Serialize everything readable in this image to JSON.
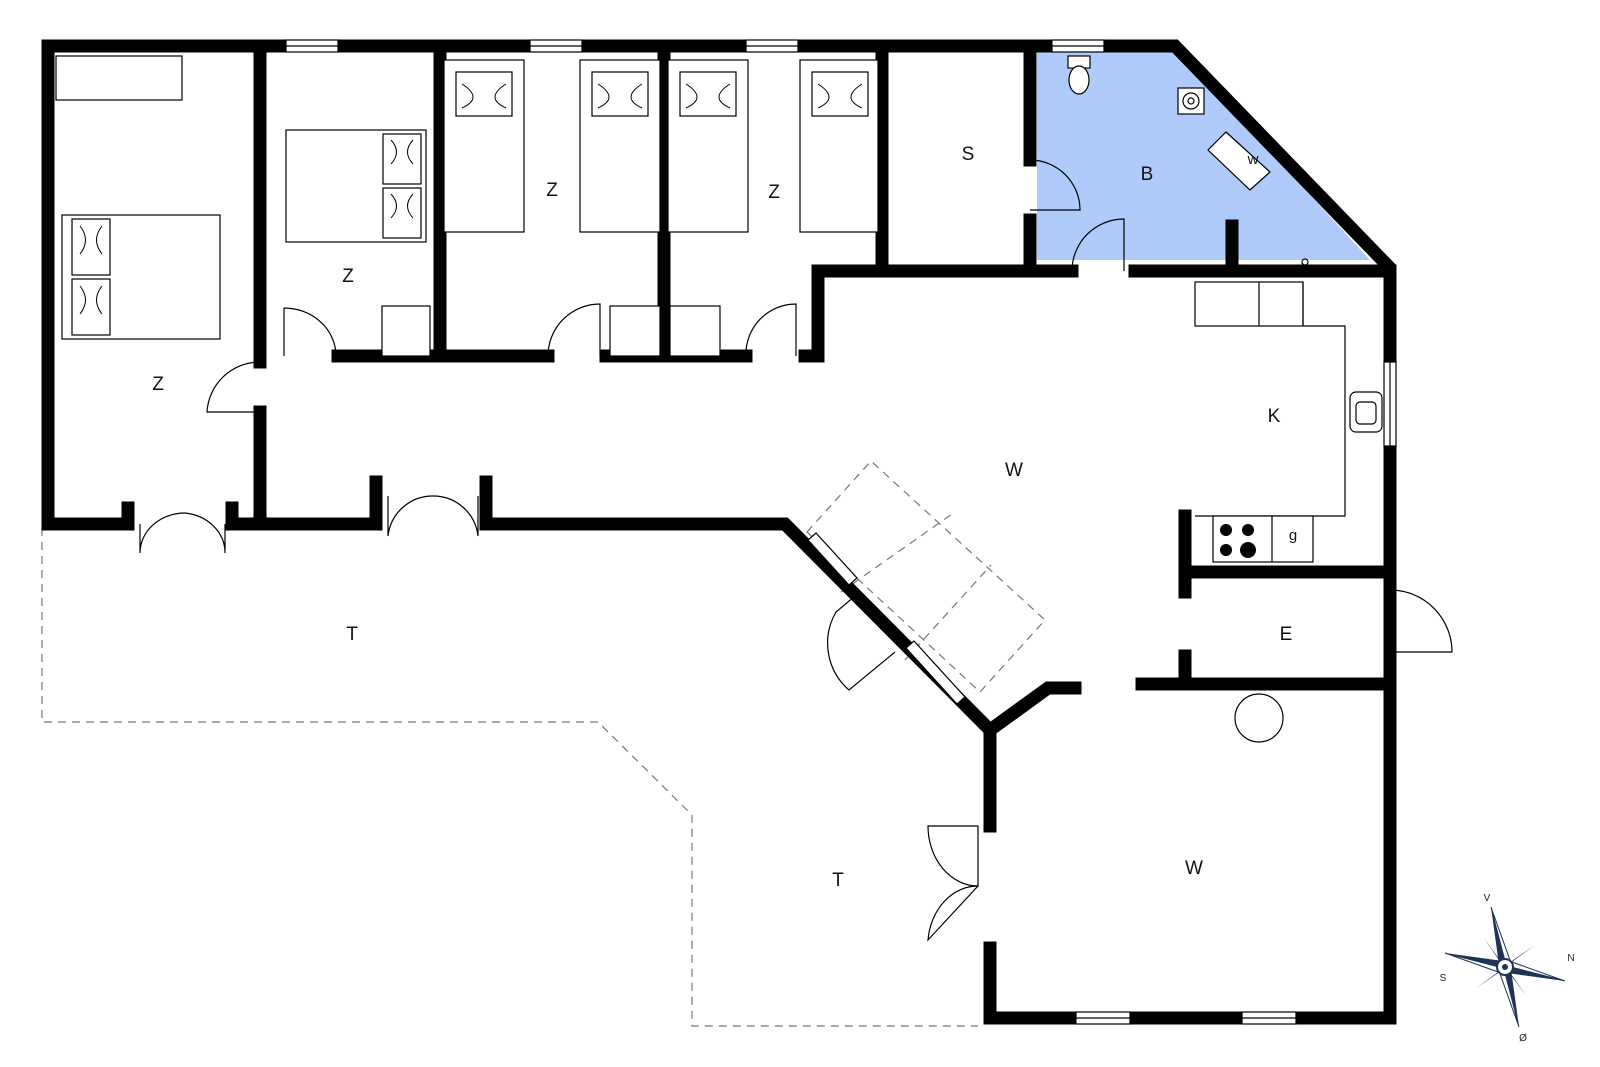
{
  "floor_plan": {
    "rooms": [
      {
        "id": "bedroom-1",
        "label": "Z"
      },
      {
        "id": "bedroom-2",
        "label": "Z"
      },
      {
        "id": "bedroom-3",
        "label": "Z"
      },
      {
        "id": "bedroom-4",
        "label": "Z"
      },
      {
        "id": "storage",
        "label": "S"
      },
      {
        "id": "bathroom",
        "label": "B"
      },
      {
        "id": "washer",
        "label": "w"
      },
      {
        "id": "kitchen",
        "label": "K"
      },
      {
        "id": "living-main",
        "label": "W"
      },
      {
        "id": "entrance",
        "label": "E"
      },
      {
        "id": "living-second",
        "label": "W"
      },
      {
        "id": "terrace-west",
        "label": "T"
      },
      {
        "id": "terrace-south",
        "label": "T"
      },
      {
        "id": "gas",
        "label": "g"
      }
    ],
    "compass": {
      "north": "N",
      "south": "S",
      "east": "Ø",
      "west": "V"
    },
    "colors": {
      "wall": "#000000",
      "bathroom_fill": "#aecbfa",
      "background": "#ffffff",
      "dashed_outline": "#777777"
    }
  }
}
